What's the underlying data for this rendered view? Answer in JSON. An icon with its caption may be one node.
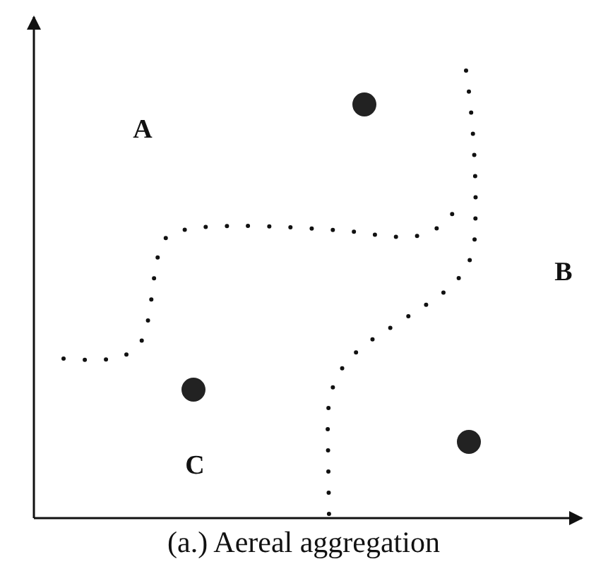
{
  "diagram": {
    "caption": "(a.) Aereal aggregation",
    "labels": [
      "A",
      "B",
      "C"
    ]
  }
}
